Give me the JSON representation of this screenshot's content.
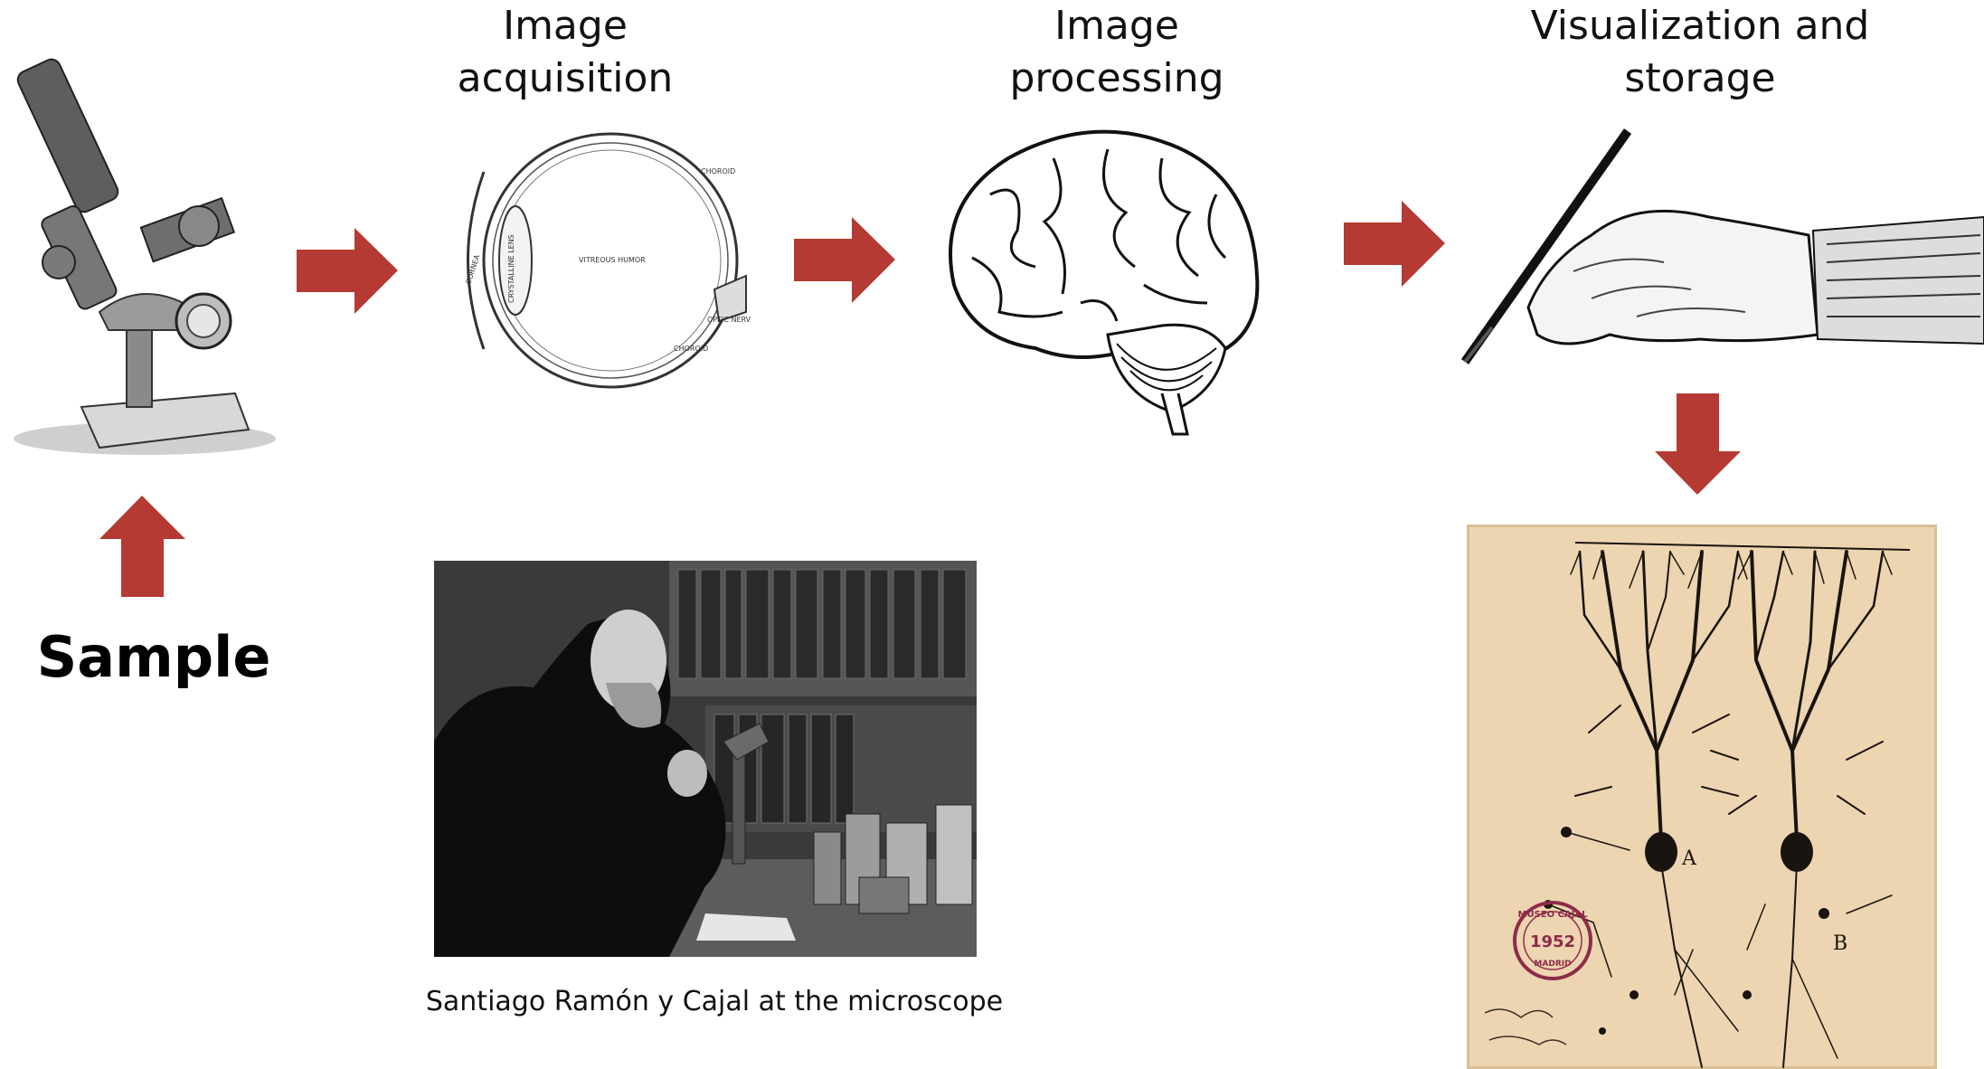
{
  "steps": [
    {
      "id": "sample",
      "label": "Sample"
    },
    {
      "id": "acquisition",
      "label": "Image\nacquisition"
    },
    {
      "id": "processing",
      "label": "Image\nprocessing"
    },
    {
      "id": "visualization",
      "label": "Visualization and\nstorage"
    }
  ],
  "photo": {
    "caption": "Santiago Ramón y Cajal at the microscope"
  },
  "drawing": {
    "neuron_labels": [
      "A",
      "B"
    ],
    "stamp_text": "MUSEO CAJAL",
    "stamp_number": "1952",
    "stamp_city": "MADRID",
    "eye_labels": {
      "choroid_top": "CHOROID",
      "vitreous": "VITREOUS HUMOR",
      "optic_nerve": "OPTIC NERVE",
      "choroid_bottom": "CHOROID",
      "cornea": "CORNEA",
      "lens": "CRYSTALLINE LENS"
    }
  },
  "colors": {
    "arrow": "#b53a33",
    "paper": "#ecd5b0",
    "ink": "#1a1410"
  }
}
